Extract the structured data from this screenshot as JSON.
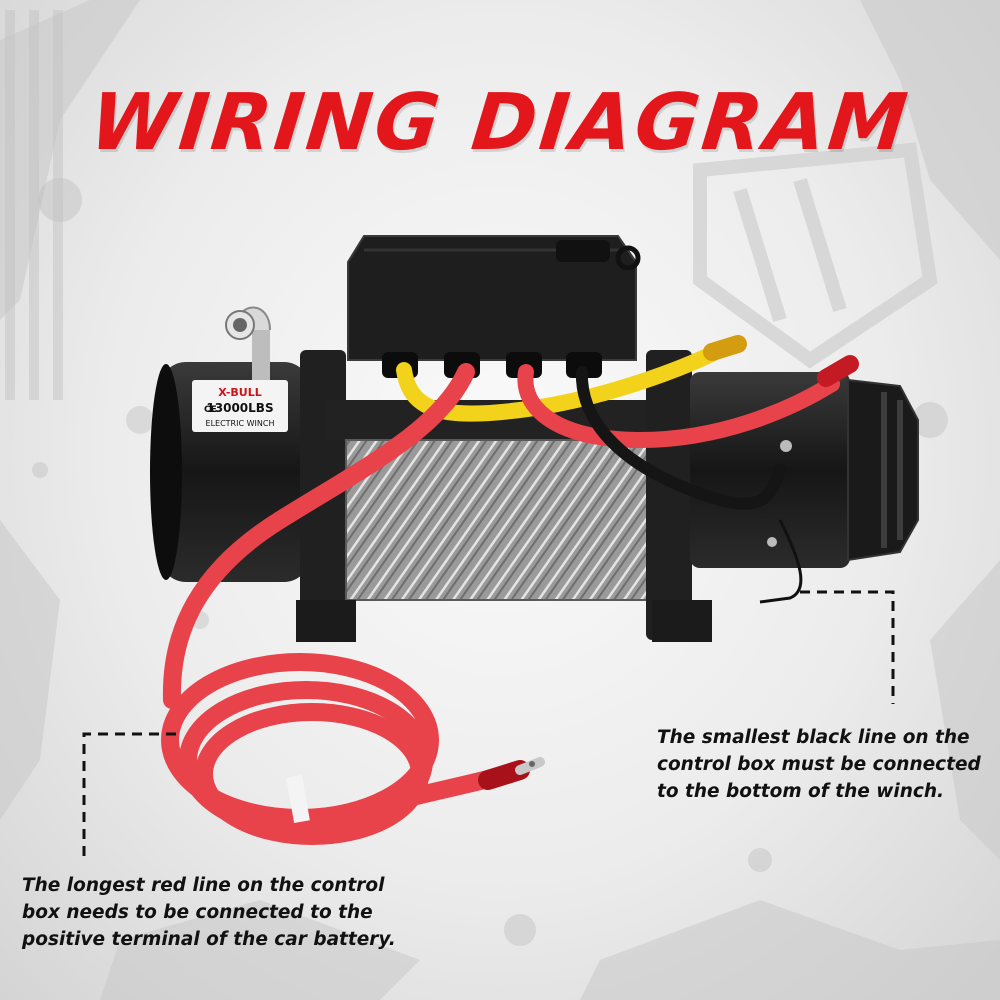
{
  "title": "WIRING DIAGRAM",
  "winch": {
    "brand": "X-BULL",
    "rating": "13000LBS",
    "type": "ELECTRIC WINCH",
    "cert": "CE"
  },
  "notes": {
    "left": {
      "lines": [
        "The longest red line on the control",
        "box needs to be connected to the",
        "positive terminal of the car battery."
      ]
    },
    "right": {
      "lines": [
        "The smallest black line on the",
        "control box must be connected",
        "to the bottom of the winch."
      ]
    }
  },
  "colors": {
    "title": "#e3161b",
    "red_cable": "#e8424b",
    "yellow_cable": "#f3d21c",
    "winch_body": "#1c1c1c",
    "dashed_leader": "#111111"
  }
}
